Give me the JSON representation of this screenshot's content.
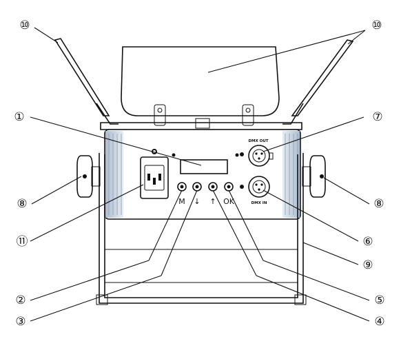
{
  "callouts": [
    {
      "id": "1",
      "label": "①"
    },
    {
      "id": "2",
      "label": "②"
    },
    {
      "id": "3",
      "label": "③"
    },
    {
      "id": "4",
      "label": "④"
    },
    {
      "id": "5",
      "label": "⑤"
    },
    {
      "id": "6",
      "label": "⑥"
    },
    {
      "id": "7",
      "label": "⑦"
    },
    {
      "id": "8l",
      "label": "⑧"
    },
    {
      "id": "8r",
      "label": "⑧"
    },
    {
      "id": "9",
      "label": "⑨"
    },
    {
      "id": "10l",
      "label": "⑩"
    },
    {
      "id": "10r",
      "label": "⑩"
    },
    {
      "id": "11",
      "label": "⑪"
    }
  ],
  "buttons": [
    "M",
    "↓",
    "↑",
    "OK"
  ],
  "connectors": {
    "dmx_out": "DMX OUT",
    "dmx_in": "DMX IN"
  },
  "colors": {
    "line": "#111111",
    "panel_shade": "#cfd8e4"
  }
}
